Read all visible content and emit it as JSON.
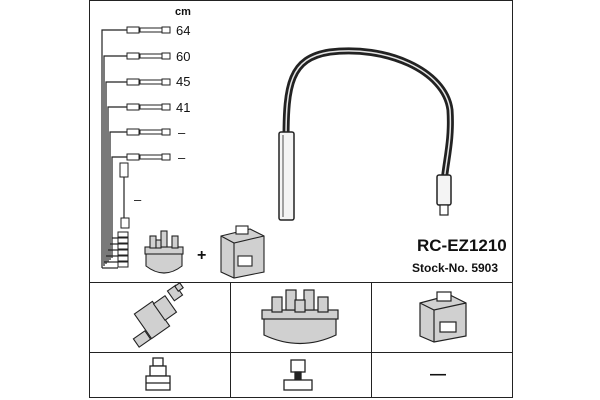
{
  "header": {
    "unit": "cm"
  },
  "wires": [
    {
      "length": "64"
    },
    {
      "length": "60"
    },
    {
      "length": "45"
    },
    {
      "length": "41"
    },
    {
      "length": "–"
    },
    {
      "length": "–"
    },
    {
      "length": "–"
    }
  ],
  "product": {
    "part_number": "RC-EZ1210",
    "stock_label": "Stock-No. 5903"
  },
  "combo": {
    "plus": "+"
  },
  "grid": {
    "cells": [
      {
        "icon": "spark-plug-icon"
      },
      {
        "icon": "distributor-cap-icon"
      },
      {
        "icon": "ignition-coil-icon"
      },
      {
        "icon": "plug-terminal-icon"
      },
      {
        "icon": "cap-terminal-icon"
      },
      {
        "text": "—"
      }
    ]
  },
  "colors": {
    "ink": "#111111",
    "frame": "#222222",
    "fill_grey": "#cfcfcf"
  }
}
